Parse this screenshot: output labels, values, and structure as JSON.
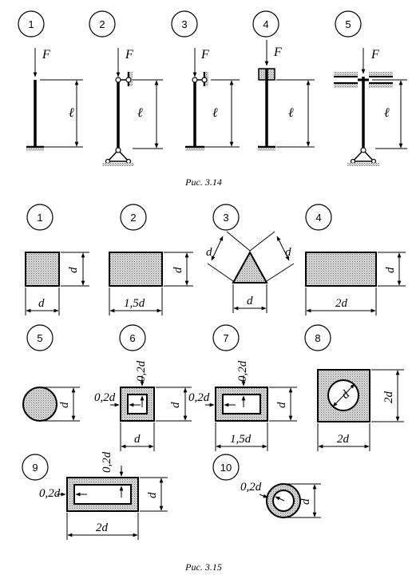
{
  "fig314": {
    "caption": "Рис. 3.14",
    "force_label": "F",
    "length_label": "ℓ",
    "cases": [
      "1",
      "2",
      "3",
      "4",
      "5"
    ]
  },
  "fig315": {
    "caption": "Рис. 3.15",
    "sections": [
      {
        "num": "1"
      },
      {
        "num": "2"
      },
      {
        "num": "3"
      },
      {
        "num": "4"
      },
      {
        "num": "5"
      },
      {
        "num": "6"
      },
      {
        "num": "7"
      },
      {
        "num": "8"
      },
      {
        "num": "9"
      },
      {
        "num": "10"
      }
    ],
    "dims": {
      "d": "d",
      "d15": "1,5d",
      "d2": "2d",
      "t02": "0,2d"
    }
  }
}
